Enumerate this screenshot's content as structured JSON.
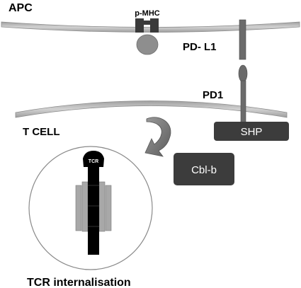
{
  "labels": {
    "apc": "APC",
    "pmhc": "p-MHC",
    "pdl1": "PD- L1",
    "pd1": "PD1",
    "tcell": "T CELL",
    "shp": "SHP",
    "cblb": "Cbl-b",
    "tcr": "TCR",
    "caption": "TCR internalisation"
  },
  "colors": {
    "membrane": "#c4c4c4",
    "membrane_edge": "#9a9a9a",
    "receptor": "#6b6b6b",
    "dark_box": "#3c3c3c",
    "mhc_dark": "#3a3a3a",
    "mhc_ball": "#8e8e8e",
    "tcr_body": "#000000",
    "cd3": "#a8a8a8"
  },
  "icons": {
    "arrow": "curved-arrow-icon"
  }
}
